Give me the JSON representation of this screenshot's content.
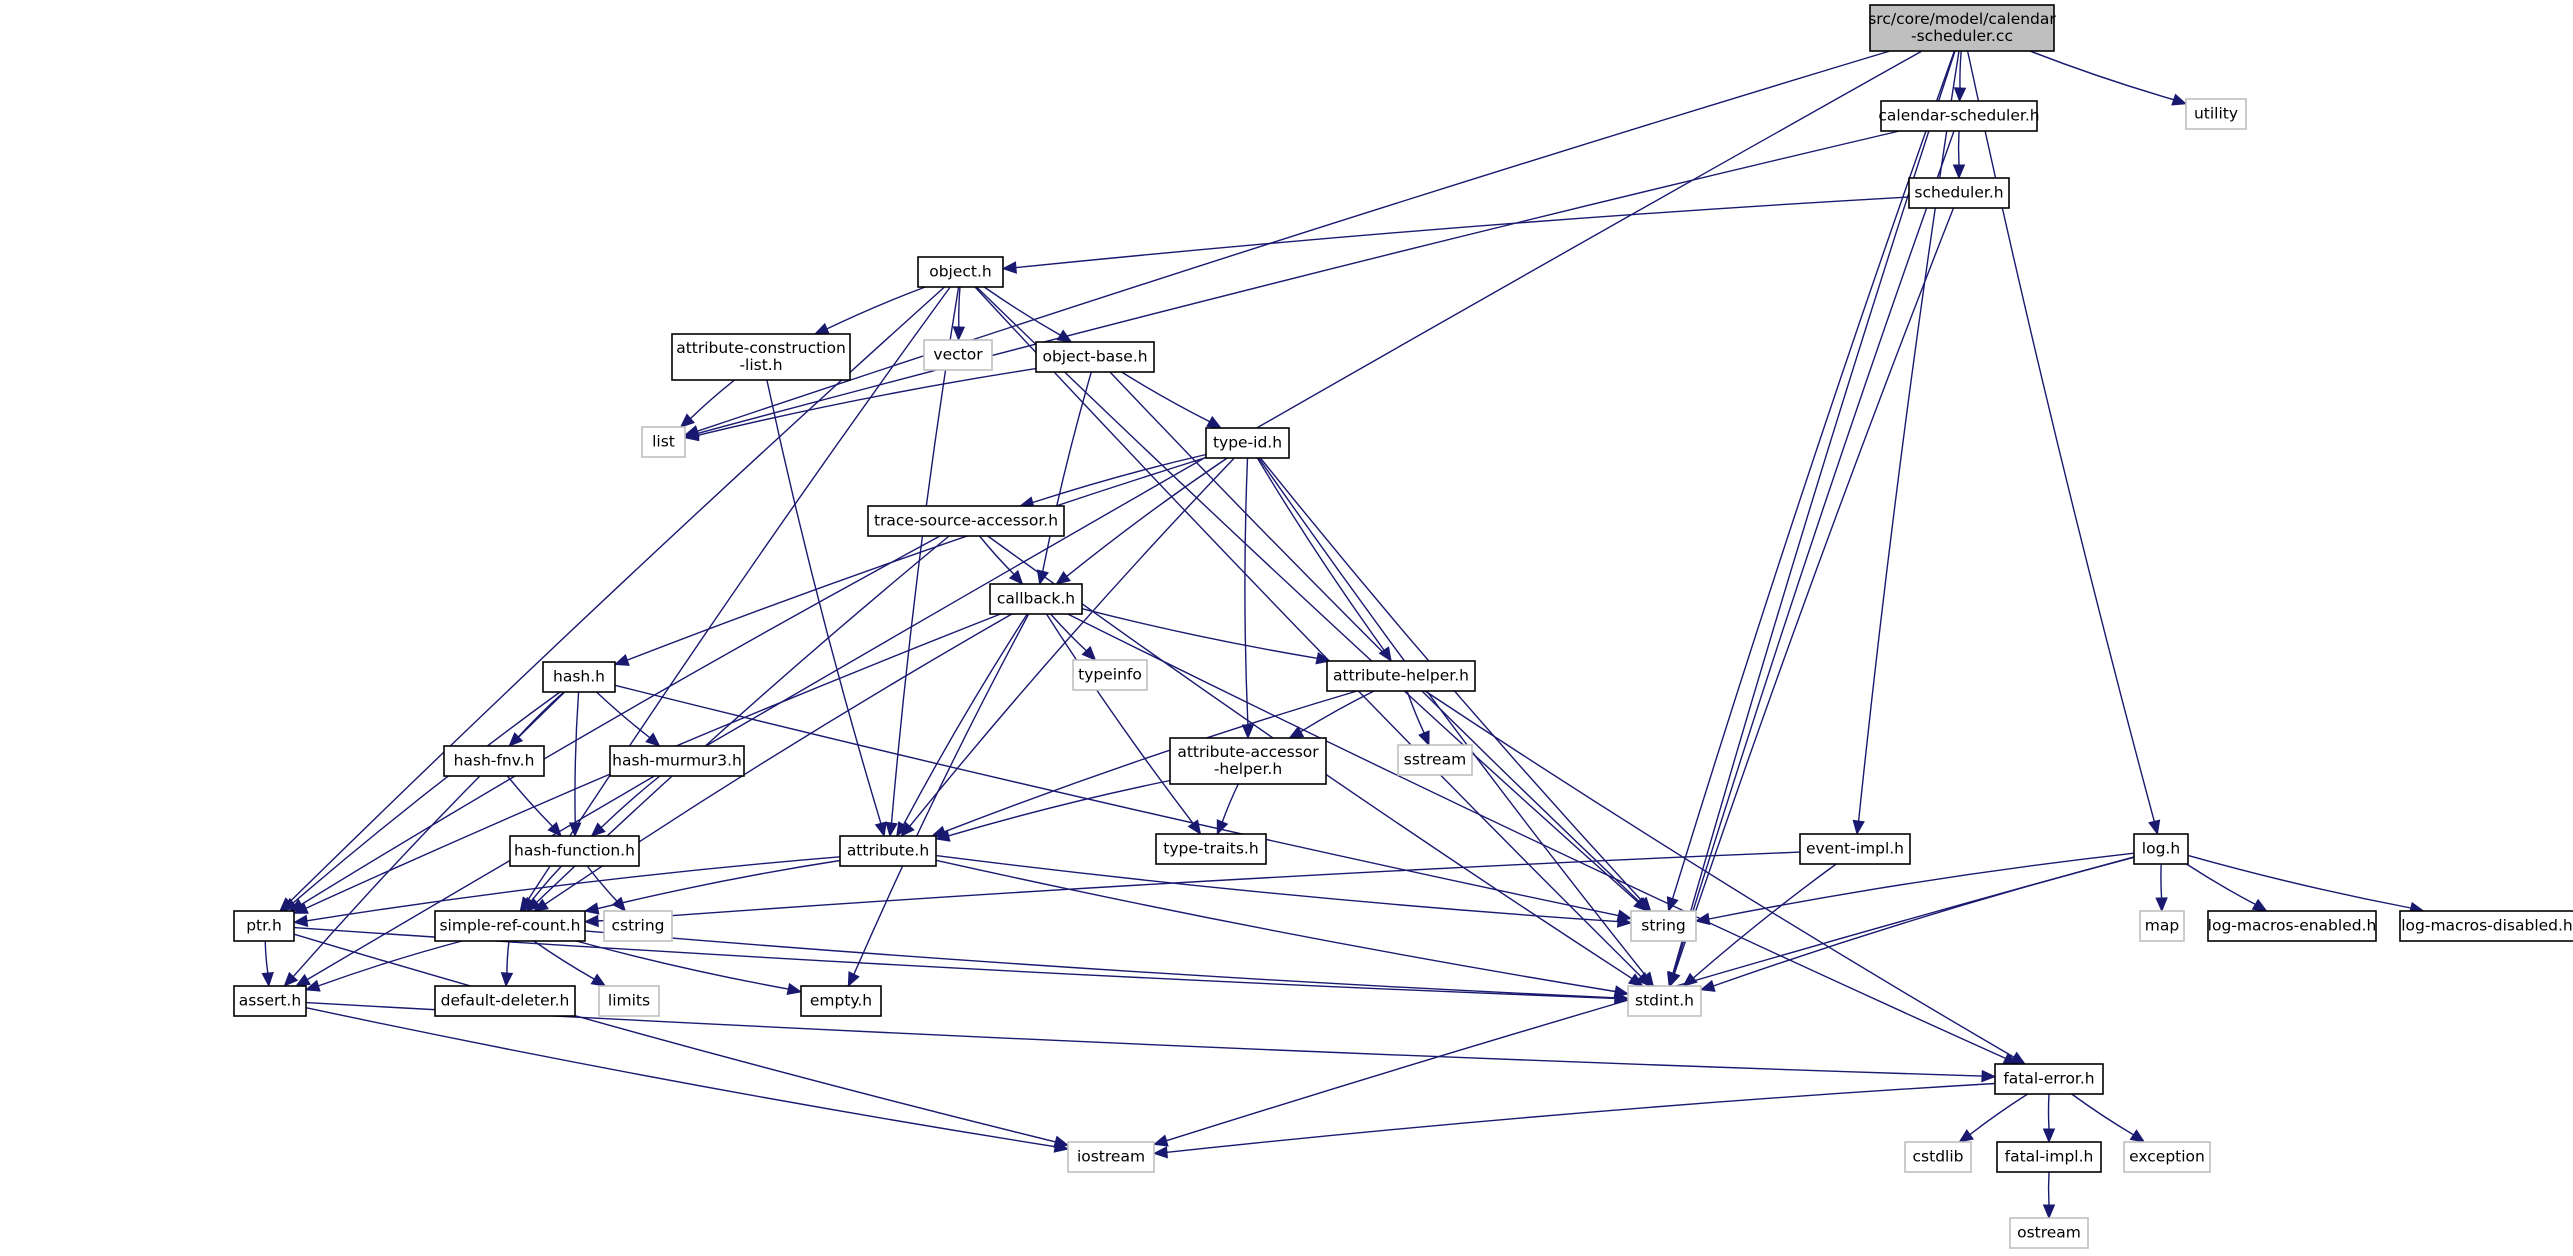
{
  "graph": {
    "nodes": {
      "root": {
        "lines": [
          "src/core/model/calendar",
          "-scheduler.cc"
        ],
        "kind": "root"
      },
      "utility": {
        "lines": [
          "utility"
        ],
        "kind": "external"
      },
      "calendar_scheduler_h": {
        "lines": [
          "calendar-scheduler.h"
        ],
        "kind": "header"
      },
      "scheduler_h": {
        "lines": [
          "scheduler.h"
        ],
        "kind": "header"
      },
      "object_h": {
        "lines": [
          "object.h"
        ],
        "kind": "header"
      },
      "attribute_construction_list_h": {
        "lines": [
          "attribute-construction",
          "-list.h"
        ],
        "kind": "header"
      },
      "vector": {
        "lines": [
          "vector"
        ],
        "kind": "external"
      },
      "object_base_h": {
        "lines": [
          "object-base.h"
        ],
        "kind": "header"
      },
      "list": {
        "lines": [
          "list"
        ],
        "kind": "external"
      },
      "type_id_h": {
        "lines": [
          "type-id.h"
        ],
        "kind": "header"
      },
      "trace_source_accessor_h": {
        "lines": [
          "trace-source-accessor.h"
        ],
        "kind": "header"
      },
      "callback_h": {
        "lines": [
          "callback.h"
        ],
        "kind": "header"
      },
      "typeinfo": {
        "lines": [
          "typeinfo"
        ],
        "kind": "external"
      },
      "attribute_helper_h": {
        "lines": [
          "attribute-helper.h"
        ],
        "kind": "header"
      },
      "hash_h": {
        "lines": [
          "hash.h"
        ],
        "kind": "header"
      },
      "sstream": {
        "lines": [
          "sstream"
        ],
        "kind": "external"
      },
      "hash_fnv_h": {
        "lines": [
          "hash-fnv.h"
        ],
        "kind": "header"
      },
      "hash_murmur3_h": {
        "lines": [
          "hash-murmur3.h"
        ],
        "kind": "header"
      },
      "attribute_accessor_helper_h": {
        "lines": [
          "attribute-accessor",
          "-helper.h"
        ],
        "kind": "header"
      },
      "hash_function_h": {
        "lines": [
          "hash-function.h"
        ],
        "kind": "header"
      },
      "attribute_h": {
        "lines": [
          "attribute.h"
        ],
        "kind": "header"
      },
      "type_traits_h": {
        "lines": [
          "type-traits.h"
        ],
        "kind": "header"
      },
      "event_impl_h": {
        "lines": [
          "event-impl.h"
        ],
        "kind": "header"
      },
      "log_h": {
        "lines": [
          "log.h"
        ],
        "kind": "header"
      },
      "ptr_h": {
        "lines": [
          "ptr.h"
        ],
        "kind": "header"
      },
      "simple_ref_count_h": {
        "lines": [
          "simple-ref-count.h"
        ],
        "kind": "header"
      },
      "cstring": {
        "lines": [
          "cstring"
        ],
        "kind": "external"
      },
      "string": {
        "lines": [
          "string"
        ],
        "kind": "external"
      },
      "map": {
        "lines": [
          "map"
        ],
        "kind": "external"
      },
      "log_macros_enabled_h": {
        "lines": [
          "log-macros-enabled.h"
        ],
        "kind": "header"
      },
      "log_macros_disabled_h": {
        "lines": [
          "log-macros-disabled.h"
        ],
        "kind": "header"
      },
      "assert_h": {
        "lines": [
          "assert.h"
        ],
        "kind": "header"
      },
      "default_deleter_h": {
        "lines": [
          "default-deleter.h"
        ],
        "kind": "header"
      },
      "limits": {
        "lines": [
          "limits"
        ],
        "kind": "external"
      },
      "empty_h": {
        "lines": [
          "empty.h"
        ],
        "kind": "header"
      },
      "stdint_h": {
        "lines": [
          "stdint.h"
        ],
        "kind": "external"
      },
      "fatal_error_h": {
        "lines": [
          "fatal-error.h"
        ],
        "kind": "header"
      },
      "iostream": {
        "lines": [
          "iostream"
        ],
        "kind": "external"
      },
      "cstdlib": {
        "lines": [
          "cstdlib"
        ],
        "kind": "external"
      },
      "fatal_impl_h": {
        "lines": [
          "fatal-impl.h"
        ],
        "kind": "header"
      },
      "exception": {
        "lines": [
          "exception"
        ],
        "kind": "external"
      },
      "ostream": {
        "lines": [
          "ostream"
        ],
        "kind": "external"
      }
    },
    "edges": [
      [
        "root",
        "calendar_scheduler_h"
      ],
      [
        "root",
        "utility"
      ],
      [
        "root",
        "list"
      ],
      [
        "root",
        "assert_h"
      ],
      [
        "root",
        "event_impl_h"
      ],
      [
        "root",
        "string"
      ],
      [
        "root",
        "log_h"
      ],
      [
        "root",
        "stdint_h"
      ],
      [
        "calendar_scheduler_h",
        "scheduler_h"
      ],
      [
        "calendar_scheduler_h",
        "list"
      ],
      [
        "calendar_scheduler_h",
        "stdint_h"
      ],
      [
        "scheduler_h",
        "object_h"
      ],
      [
        "scheduler_h",
        "stdint_h"
      ],
      [
        "object_h",
        "attribute_construction_list_h"
      ],
      [
        "object_h",
        "vector"
      ],
      [
        "object_h",
        "object_base_h"
      ],
      [
        "object_h",
        "ptr_h"
      ],
      [
        "object_h",
        "simple_ref_count_h"
      ],
      [
        "object_h",
        "attribute_h"
      ],
      [
        "object_h",
        "string"
      ],
      [
        "object_h",
        "stdint_h"
      ],
      [
        "attribute_construction_list_h",
        "list"
      ],
      [
        "attribute_construction_list_h",
        "attribute_h"
      ],
      [
        "object_base_h",
        "list"
      ],
      [
        "object_base_h",
        "type_id_h"
      ],
      [
        "object_base_h",
        "callback_h"
      ],
      [
        "object_base_h",
        "string"
      ],
      [
        "type_id_h",
        "trace_source_accessor_h"
      ],
      [
        "type_id_h",
        "callback_h"
      ],
      [
        "type_id_h",
        "attribute_helper_h"
      ],
      [
        "type_id_h",
        "attribute_accessor_helper_h"
      ],
      [
        "type_id_h",
        "hash_h"
      ],
      [
        "type_id_h",
        "attribute_h"
      ],
      [
        "type_id_h",
        "string"
      ],
      [
        "type_id_h",
        "stdint_h"
      ],
      [
        "trace_source_accessor_h",
        "callback_h"
      ],
      [
        "trace_source_accessor_h",
        "ptr_h"
      ],
      [
        "trace_source_accessor_h",
        "simple_ref_count_h"
      ],
      [
        "trace_source_accessor_h",
        "stdint_h"
      ],
      [
        "callback_h",
        "typeinfo"
      ],
      [
        "callback_h",
        "attribute_helper_h"
      ],
      [
        "callback_h",
        "type_traits_h"
      ],
      [
        "callback_h",
        "attribute_h"
      ],
      [
        "callback_h",
        "ptr_h"
      ],
      [
        "callback_h",
        "simple_ref_count_h"
      ],
      [
        "callback_h",
        "empty_h"
      ],
      [
        "callback_h",
        "fatal_error_h"
      ],
      [
        "attribute_helper_h",
        "sstream"
      ],
      [
        "attribute_helper_h",
        "attribute_accessor_helper_h"
      ],
      [
        "attribute_helper_h",
        "attribute_h"
      ],
      [
        "attribute_helper_h",
        "fatal_error_h"
      ],
      [
        "hash_h",
        "hash_fnv_h"
      ],
      [
        "hash_h",
        "hash_murmur3_h"
      ],
      [
        "hash_h",
        "hash_function_h"
      ],
      [
        "hash_h",
        "ptr_h"
      ],
      [
        "hash_h",
        "assert_h"
      ],
      [
        "hash_h",
        "string"
      ],
      [
        "hash_fnv_h",
        "hash_function_h"
      ],
      [
        "hash_murmur3_h",
        "hash_function_h"
      ],
      [
        "hash_function_h",
        "cstring"
      ],
      [
        "hash_function_h",
        "simple_ref_count_h"
      ],
      [
        "attribute_accessor_helper_h",
        "attribute_h"
      ],
      [
        "attribute_accessor_helper_h",
        "type_traits_h"
      ],
      [
        "attribute_h",
        "ptr_h"
      ],
      [
        "attribute_h",
        "simple_ref_count_h"
      ],
      [
        "attribute_h",
        "string"
      ],
      [
        "attribute_h",
        "stdint_h"
      ],
      [
        "event_impl_h",
        "simple_ref_count_h"
      ],
      [
        "event_impl_h",
        "stdint_h"
      ],
      [
        "log_h",
        "string"
      ],
      [
        "log_h",
        "map"
      ],
      [
        "log_h",
        "log_macros_enabled_h"
      ],
      [
        "log_h",
        "log_macros_disabled_h"
      ],
      [
        "log_h",
        "iostream"
      ],
      [
        "log_h",
        "stdint_h"
      ],
      [
        "ptr_h",
        "assert_h"
      ],
      [
        "ptr_h",
        "iostream"
      ],
      [
        "ptr_h",
        "stdint_h"
      ],
      [
        "simple_ref_count_h",
        "assert_h"
      ],
      [
        "simple_ref_count_h",
        "default_deleter_h"
      ],
      [
        "simple_ref_count_h",
        "limits"
      ],
      [
        "simple_ref_count_h",
        "empty_h"
      ],
      [
        "simple_ref_count_h",
        "stdint_h"
      ],
      [
        "assert_h",
        "fatal_error_h"
      ],
      [
        "assert_h",
        "iostream"
      ],
      [
        "fatal_error_h",
        "iostream"
      ],
      [
        "fatal_error_h",
        "cstdlib"
      ],
      [
        "fatal_error_h",
        "fatal_impl_h"
      ],
      [
        "fatal_error_h",
        "exception"
      ],
      [
        "fatal_impl_h",
        "ostream"
      ]
    ]
  }
}
